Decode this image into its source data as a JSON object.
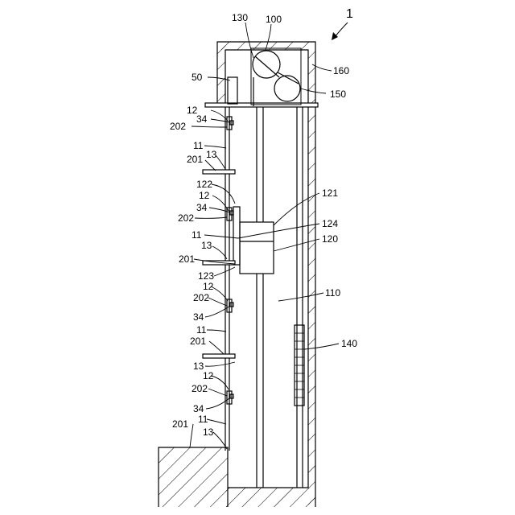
{
  "figure_number": "1",
  "labels": {
    "l130": "130",
    "l100": "100",
    "l160": "160",
    "l150": "150",
    "l50": "50",
    "l12a": "12",
    "l34a": "34",
    "l202a": "202",
    "l11a": "11",
    "l13a": "13",
    "l201a": "201",
    "l122": "122",
    "l12b": "12",
    "l34b": "34",
    "l202b": "202",
    "l11b": "11",
    "l13b": "13",
    "l201b": "201",
    "l123": "123",
    "l121": "121",
    "l124": "124",
    "l120": "120",
    "l110": "110",
    "l140": "140",
    "l12c": "12",
    "l202c": "202",
    "l34c": "34",
    "l11c": "11",
    "l201c": "201",
    "l13c": "13",
    "l12d": "12",
    "l202d": "202",
    "l34d": "34",
    "l11d": "11",
    "l201d": "201",
    "l13d": "13"
  }
}
